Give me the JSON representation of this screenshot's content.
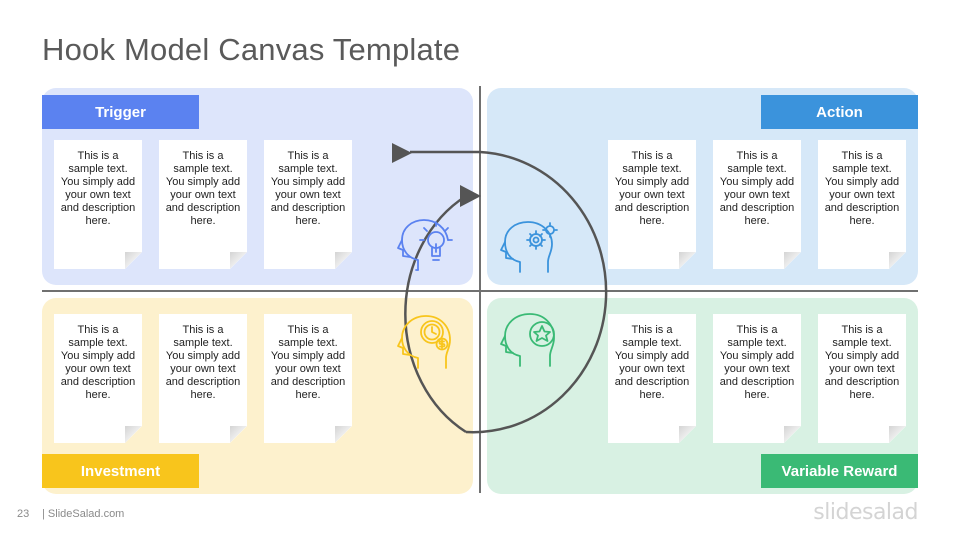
{
  "title": "Hook Model Canvas Template",
  "quadrants": {
    "trigger": {
      "label": "Trigger",
      "color": "#5b82f0",
      "notes": [
        "This is a sample text. You simply add your own text and description here.",
        "This is a sample text. You simply add your own text and description here.",
        "This is a sample text. You simply add your own text and description here."
      ]
    },
    "action": {
      "label": "Action",
      "color": "#3b93dc",
      "notes": [
        "This is a sample text. You simply add your own text and description here.",
        "This is a sample text. You simply add your own text and description here.",
        "This is a sample text. You simply add your own text and description here."
      ]
    },
    "investment": {
      "label": "Investment",
      "color": "#f8c51c",
      "notes": [
        "This is a sample text. You simply add your own text and description here.",
        "This is a sample text. You simply add your own text and description here.",
        "This is a sample text. You simply add your own text and description here."
      ]
    },
    "variable_reward": {
      "label": "Variable Reward",
      "color": "#3aba75",
      "notes": [
        "This is a sample text. You simply add your own text and description here.",
        "This is a sample text. You simply add your own text and description here.",
        "This is a sample text. You simply add your own text and description here."
      ]
    }
  },
  "icons": {
    "trigger": "head-lightbulb-icon",
    "action": "head-gear-icon",
    "investment": "head-clock-dollar-icon",
    "variable_reward": "head-star-icon"
  },
  "footer": {
    "slide_number": "23",
    "site": "| SlideSalad.com",
    "logo": "slidesalad"
  }
}
